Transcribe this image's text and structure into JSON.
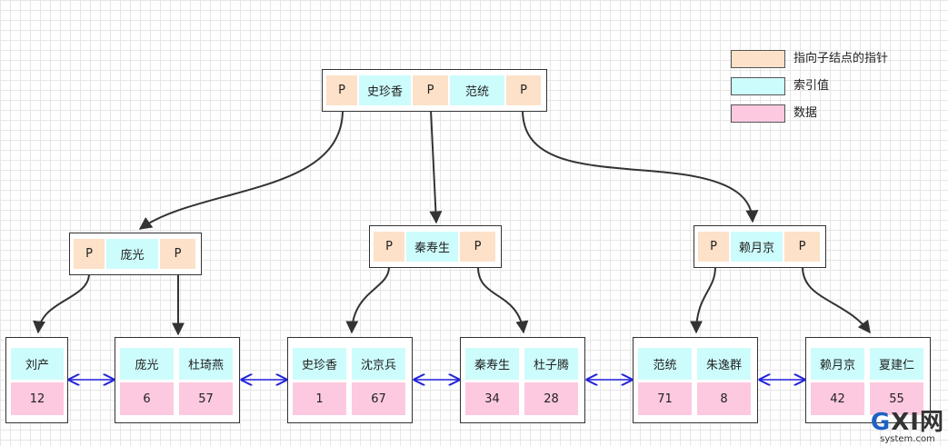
{
  "legend": {
    "pointer_label": "指向子结点的指针",
    "key_label": "索引值",
    "data_label": "数据",
    "colors": {
      "pointer": "#fde1c8",
      "key": "#cdfcfc",
      "data": "#fdc9e0"
    }
  },
  "root": {
    "p1": "P",
    "k1": "史珍香",
    "p2": "P",
    "k2": "范统",
    "p3": "P"
  },
  "internal_left": {
    "p1": "P",
    "k1": "庞光",
    "p2": "P"
  },
  "internal_mid": {
    "p1": "P",
    "k1": "秦寿生",
    "p2": "P"
  },
  "internal_right": {
    "p1": "P",
    "k1": "赖月京",
    "p2": "P"
  },
  "leaves": [
    {
      "keys": [
        "刘产"
      ],
      "values": [
        "12"
      ]
    },
    {
      "keys": [
        "庞光",
        "杜琦燕"
      ],
      "values": [
        "6",
        "57"
      ]
    },
    {
      "keys": [
        "史珍香",
        "沈京兵"
      ],
      "values": [
        "1",
        "67"
      ]
    },
    {
      "keys": [
        "秦寿生",
        "杜子腾"
      ],
      "values": [
        "34",
        "28"
      ]
    },
    {
      "keys": [
        "范统",
        "朱逸群"
      ],
      "values": [
        "71",
        "8"
      ]
    },
    {
      "keys": [
        "赖月京",
        "夏建仁"
      ],
      "values": [
        "42",
        "55"
      ]
    }
  ],
  "watermark": {
    "main_g": "G",
    "main_rest": "XI网",
    "sub": "system.com"
  }
}
